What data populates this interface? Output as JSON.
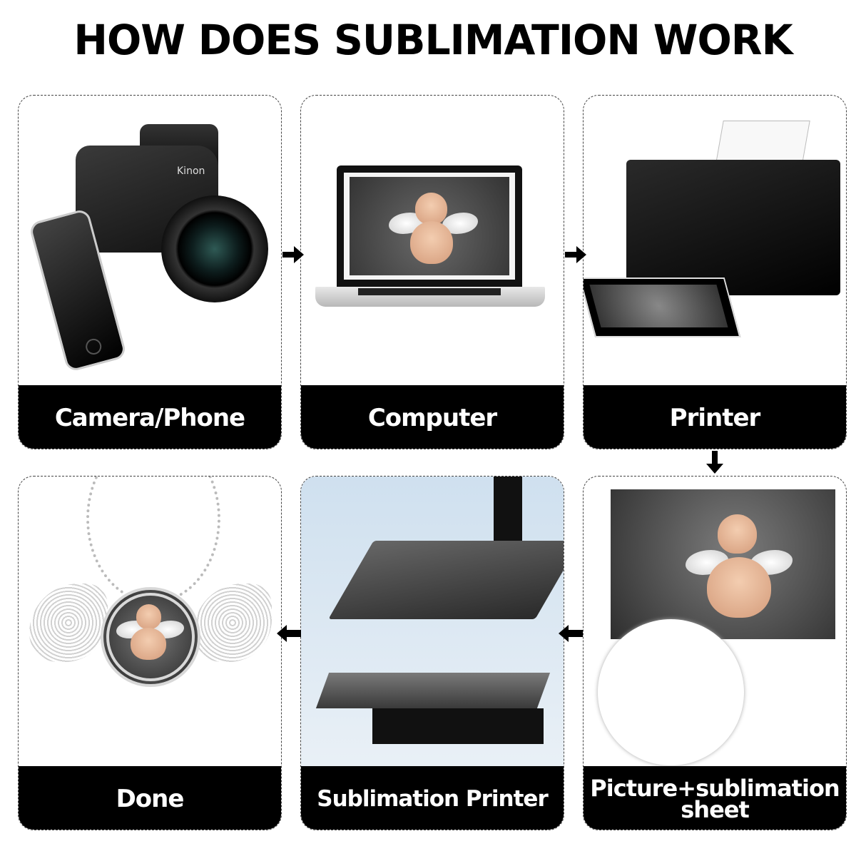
{
  "title": "HOW DOES SUBLIMATION WORK",
  "steps": [
    {
      "label": "Camera/Phone",
      "image": "camera-and-smartphone",
      "brand_text": "Kinon"
    },
    {
      "label": "Computer",
      "image": "laptop-showing-angel-baby-photo"
    },
    {
      "label": "Printer",
      "image": "inkjet-printer-printing-photo"
    },
    {
      "label": "Picture+sublimation sheet",
      "label_line1": "Picture+sublimation",
      "label_line2": "sheet",
      "image": "baby-photo-and-round-sublimation-sheet"
    },
    {
      "label": "Sublimation Printer",
      "image": "heat-press-machine"
    },
    {
      "label": "Done",
      "image": "angel-wing-photo-pendant-necklace"
    }
  ],
  "arrows": [
    {
      "from": "Camera/Phone",
      "to": "Computer",
      "direction": "right"
    },
    {
      "from": "Computer",
      "to": "Printer",
      "direction": "right"
    },
    {
      "from": "Printer",
      "to": "Picture+sublimation sheet",
      "direction": "down"
    },
    {
      "from": "Picture+sublimation sheet",
      "to": "Sublimation Printer",
      "direction": "left"
    },
    {
      "from": "Sublimation Printer",
      "to": "Done",
      "direction": "left"
    }
  ],
  "colors": {
    "label_bg": "#000000",
    "label_text": "#ffffff",
    "border": "#444444",
    "press_bg": "#cfe0ef"
  }
}
